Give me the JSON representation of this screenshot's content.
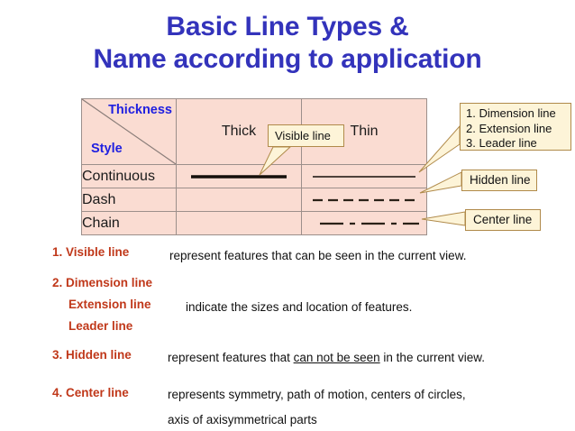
{
  "title": {
    "line1": "Basic Line Types &",
    "line2": "Name according to application"
  },
  "table": {
    "header": {
      "thickness_label": "Thickness",
      "style_label": "Style",
      "columns": [
        "Thick",
        "Thin"
      ]
    },
    "rows": [
      {
        "label": "Continuous",
        "thick": "thick-solid-line",
        "thin": "thin-solid-line"
      },
      {
        "label": "Dash",
        "thick": "",
        "thin": "thin-dashed-line"
      },
      {
        "label": "Chain",
        "thick": "",
        "thin": "thin-chain-line"
      }
    ]
  },
  "callouts": {
    "visible": "Visible line",
    "dimension": {
      "item1": "1. Dimension line",
      "item2": "2. Extension line",
      "item3": "3. Leader line"
    },
    "hidden": "Hidden line",
    "center": "Center line"
  },
  "definitions": [
    {
      "term": "1. Visible line",
      "desc_before": "represent features that can be seen in the current view.",
      "desc_underline": "",
      "desc_after": ""
    },
    {
      "term": "2. Dimension line",
      "term2": "Extension line",
      "term3": "Leader line",
      "desc_before": "indicate the sizes and location of features.",
      "desc_underline": "",
      "desc_after": ""
    },
    {
      "term": "3. Hidden line",
      "desc_before": "represent features that ",
      "desc_underline": "can not be seen",
      "desc_after": " in the current view."
    },
    {
      "term": "4. Center line",
      "desc_before": "represents symmetry, path of motion, centers of circles,",
      "desc_line2": "axis of axisymmetrical parts",
      "desc_underline": "",
      "desc_after": ""
    }
  ],
  "colors": {
    "title_blue": "#3333bb",
    "header_blue": "#2020e0",
    "term_red": "#c0381a",
    "table_pink": "#fadcd2",
    "callout_cream": "#fdf4d8",
    "callout_border": "#b08a4a",
    "line_dark": "#2b2218"
  }
}
